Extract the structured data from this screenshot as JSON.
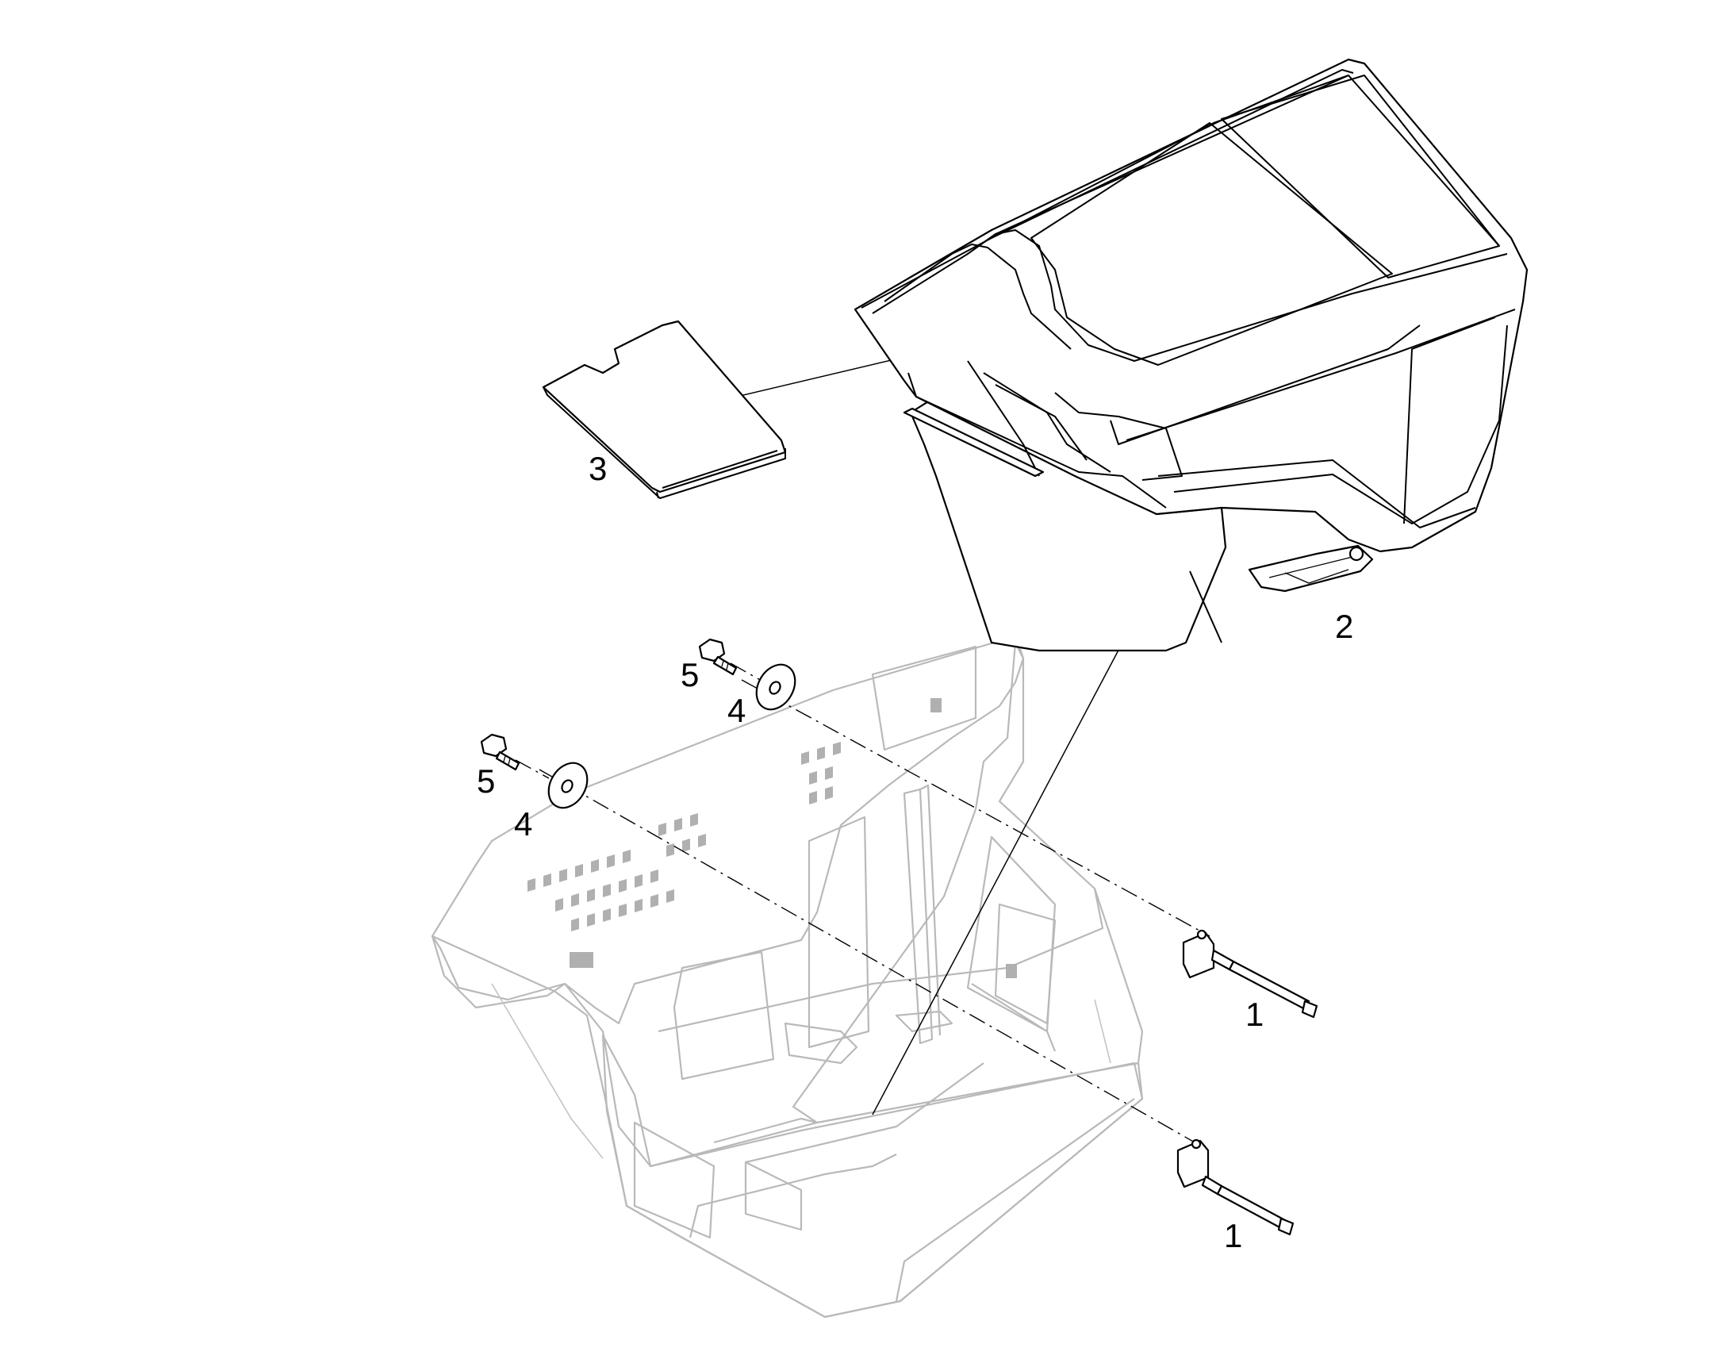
{
  "callouts": {
    "part_1_upper": "1",
    "part_1_lower": "1",
    "part_2": "2",
    "part_3": "3",
    "part_4_upper": "4",
    "part_4_lower": "4",
    "part_5_upper": "5",
    "part_5_lower": "5"
  },
  "colors": {
    "line": "#000000",
    "frame": "#b9b9b9",
    "background": "#ffffff"
  }
}
